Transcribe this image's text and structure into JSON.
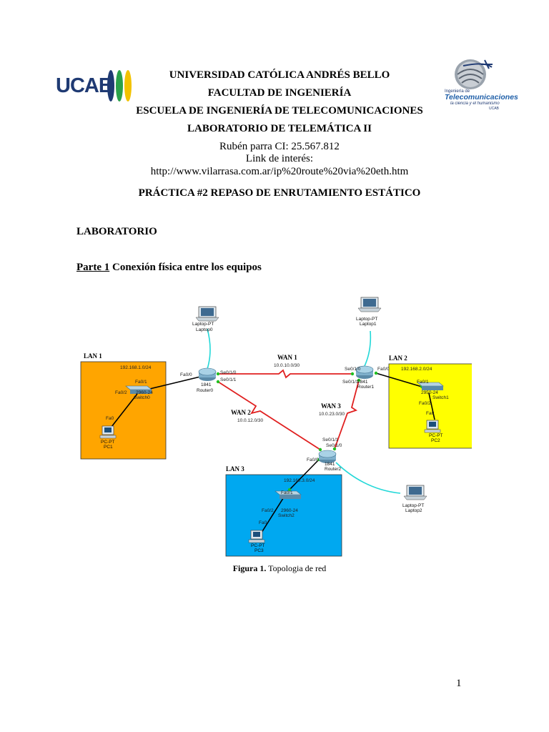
{
  "header": {
    "university": "UNIVERSIDAD CATÓLICA ANDRÉS BELLO",
    "faculty": "FACULTAD DE INGENIERÍA",
    "school": "ESCUELA DE INGENIERÍA DE TELECOMUNICACIONES",
    "lab": "LABORATORIO DE TELEMÁTICA II",
    "author": "Rubén parra CI: 25.567.812",
    "link_label": "Link de interés:",
    "link_url": "http://www.vilarrasa.com.ar/ip%20route%20via%20eth.htm",
    "practice_title": "PRÁCTICA #2 REPASO DE ENRUTAMIENTO ESTÁTICO"
  },
  "logos": {
    "ucab": "UCAB",
    "tele_line1": "Ingeniería de",
    "tele_line2": "Telecomunicaciones",
    "tele_line3": "la ciencia y el humanismo",
    "tele_line4": "UCAB"
  },
  "sections": {
    "laboratorio": "LABORATORIO",
    "parte_label": "Parte 1",
    "parte_title": "Conexión física entre los equipos"
  },
  "diagram": {
    "lan1": {
      "label": "LAN 1",
      "network": "192.168.1.0/24",
      "switch_port_up": "Fa0/1",
      "switch_port_down": "Fa0/2",
      "switch_model": "2960-24",
      "switch_name": "Switch0",
      "pc_port": "Fa0",
      "pc_model": "PC-PT",
      "pc_name": "PC1"
    },
    "lan2": {
      "label": "LAN 2",
      "network": "192.168.2.0/24",
      "switch_port_up": "Fa0/1",
      "switch_port_down": "Fa0/2",
      "switch_model": "2950-24",
      "switch_name": "Switch1",
      "pc_port": "Fa0",
      "pc_model": "PC-PT",
      "pc_name": "PC2"
    },
    "lan3": {
      "label": "LAN 3",
      "network": "192.168.3.0/24",
      "switch_port_up": "Fa0/1",
      "switch_port_down": "Fa0/2",
      "switch_model": "2960-24",
      "switch_name": "Switch2",
      "pc_port": "Fa0",
      "pc_model": "PC-PT",
      "pc_name": "PC3"
    },
    "wan1": {
      "label": "WAN 1",
      "network": "10.0.10.0/30"
    },
    "wan2": {
      "label": "WAN 2",
      "network": "10.0.12.0/30"
    },
    "wan3": {
      "label": "WAN 3",
      "network": "10.0.23.0/30"
    },
    "router0": {
      "model": "1841",
      "name": "Router0",
      "port_lan": "Fa0/0",
      "port_se0": "Se0/1/0",
      "port_se1": "Se0/1/1"
    },
    "router1": {
      "model": "1841",
      "name": "Router1",
      "port_lan": "Fa0/0",
      "port_se0": "Se0/1/0",
      "port_se1": "Se0/1/1"
    },
    "router2": {
      "model": "1841",
      "name": "Router2",
      "port_lan": "Fa0/0",
      "port_se0": "Se0/1/0",
      "port_se1": "Se0/1/1"
    },
    "laptop0": {
      "model": "Laptop-PT",
      "name": "Laptop0"
    },
    "laptop1": {
      "model": "Laptop-PT",
      "name": "Laptop1"
    },
    "laptop2": {
      "model": "Laptop-PT",
      "name": "Laptop2"
    },
    "colors": {
      "lan1": "#FFA500",
      "lan2": "#FFFF00",
      "lan3": "#00A8F0",
      "serial": "#E02020",
      "console": "#22D8D8",
      "ethernet": "#000000"
    }
  },
  "caption": {
    "label": "Figura 1.",
    "text": "Topologia de red"
  },
  "page_number": "1"
}
